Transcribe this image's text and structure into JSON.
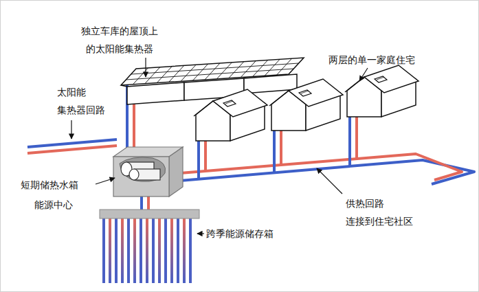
{
  "diagram": {
    "labels": [
      "独立车库的屋顶上 的太阳能集热器",
      "两层的单一家庭住宅",
      "太阳能 集热器回路",
      "短期储热水箱",
      "能源中心",
      "供热回路 连接到住宅社区",
      "跨季能源储存箱"
    ]
  }
}
